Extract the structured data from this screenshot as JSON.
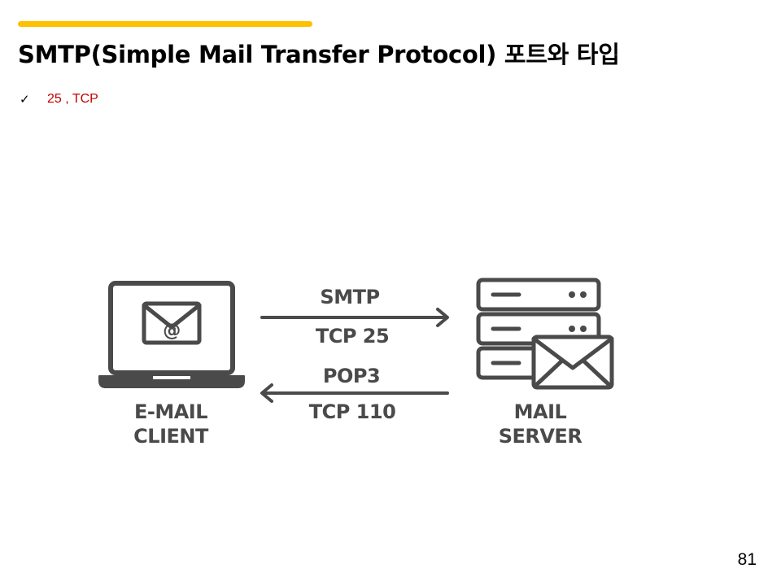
{
  "slide": {
    "title": "SMTP(Simple Mail Transfer Protocol) 포트와 타입",
    "bullet": "25 , TCP",
    "page_number": "81",
    "accent_color": "#ffc000",
    "bullet_color": "#c00000"
  },
  "diagram": {
    "client_label_1": "E-MAIL",
    "client_label_2": "CLIENT",
    "server_label_1": "MAIL",
    "server_label_2": "SERVER",
    "send_protocol": "SMTP",
    "send_port": "TCP 25",
    "receive_protocol": "POP3",
    "receive_port": "TCP 110",
    "icon_color": "#4a4a4a",
    "client_icon": "laptop-email-icon",
    "server_icon": "server-envelope-icon"
  }
}
